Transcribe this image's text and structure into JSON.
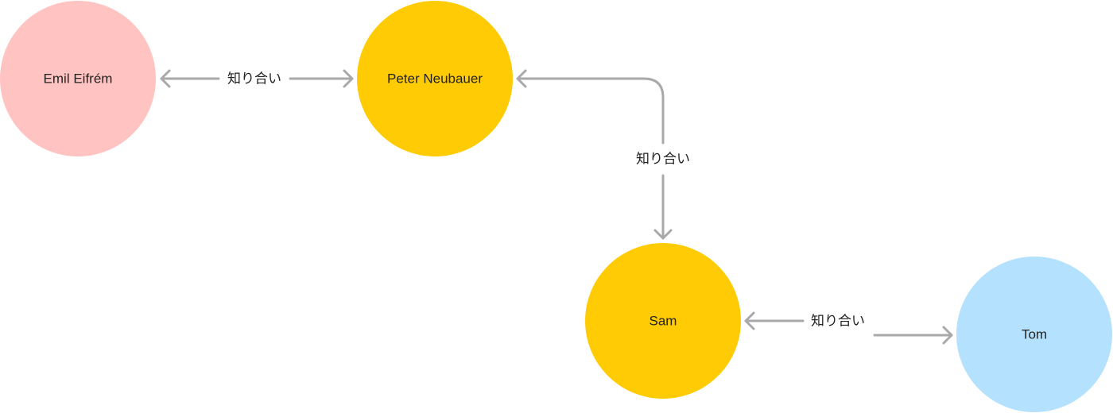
{
  "nodes": [
    {
      "id": "emil",
      "label": "Emil Eifrém",
      "color": "#ffc4c2"
    },
    {
      "id": "peter",
      "label": "Peter Neubauer",
      "color": "#ffcb05"
    },
    {
      "id": "sam",
      "label": "Sam",
      "color": "#ffcb05"
    },
    {
      "id": "tom",
      "label": "Tom",
      "color": "#b3e1fe"
    }
  ],
  "edges": [
    {
      "id": "emil-peter",
      "from": "emil",
      "to": "peter",
      "label": "知り合い",
      "bidirectional": true
    },
    {
      "id": "peter-sam",
      "from": "peter",
      "to": "sam",
      "label": "知り合い",
      "bidirectional": true
    },
    {
      "id": "sam-tom",
      "from": "sam",
      "to": "tom",
      "label": "知り合い",
      "bidirectional": true
    }
  ],
  "colors": {
    "edge": "#a9a9a9",
    "text": "#222222",
    "background": "#ffffff"
  }
}
